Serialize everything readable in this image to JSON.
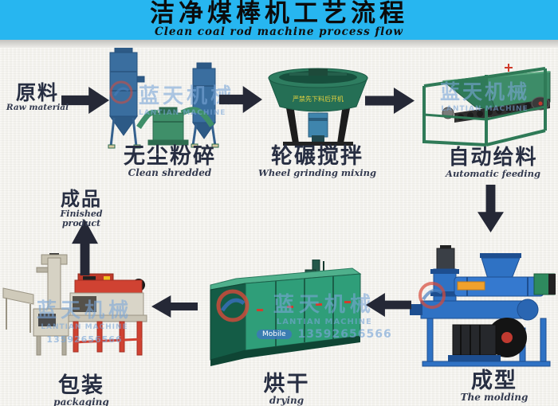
{
  "header": {
    "title": "洁净煤棒机工艺流程",
    "subtitle": "Clean coal rod machine process flow"
  },
  "flow": {
    "steps": [
      {
        "zh": "原料",
        "en": "Raw material"
      },
      {
        "zh": "无尘粉碎",
        "en": "Clean shredded"
      },
      {
        "zh": "轮碾搅拌",
        "en": "Wheel grinding mixing"
      },
      {
        "zh": "自动给料",
        "en": "Automatic feeding"
      },
      {
        "zh": "成型",
        "en": "The molding"
      },
      {
        "zh": "烘干",
        "en": "drying"
      },
      {
        "zh": "包装",
        "en": "packaging"
      },
      {
        "zh": "成品",
        "en": "Finished product"
      }
    ]
  },
  "machine_labels": {
    "mixer_notice": "严禁先下料后开机"
  },
  "watermark": {
    "brand_zh": "蓝天机械",
    "brand_en": "LANTIAN MACHINE",
    "mobile_label": "Mobile",
    "phone": "13592656566"
  },
  "colors": {
    "header_bg": "#27b6f0",
    "arrow": "#252836",
    "label_text": "#272e42",
    "machine_green": "#2f8a66",
    "machine_blue": "#2f72c4",
    "machine_red": "#d04232",
    "watermark_blue": "#7ba7d9"
  }
}
